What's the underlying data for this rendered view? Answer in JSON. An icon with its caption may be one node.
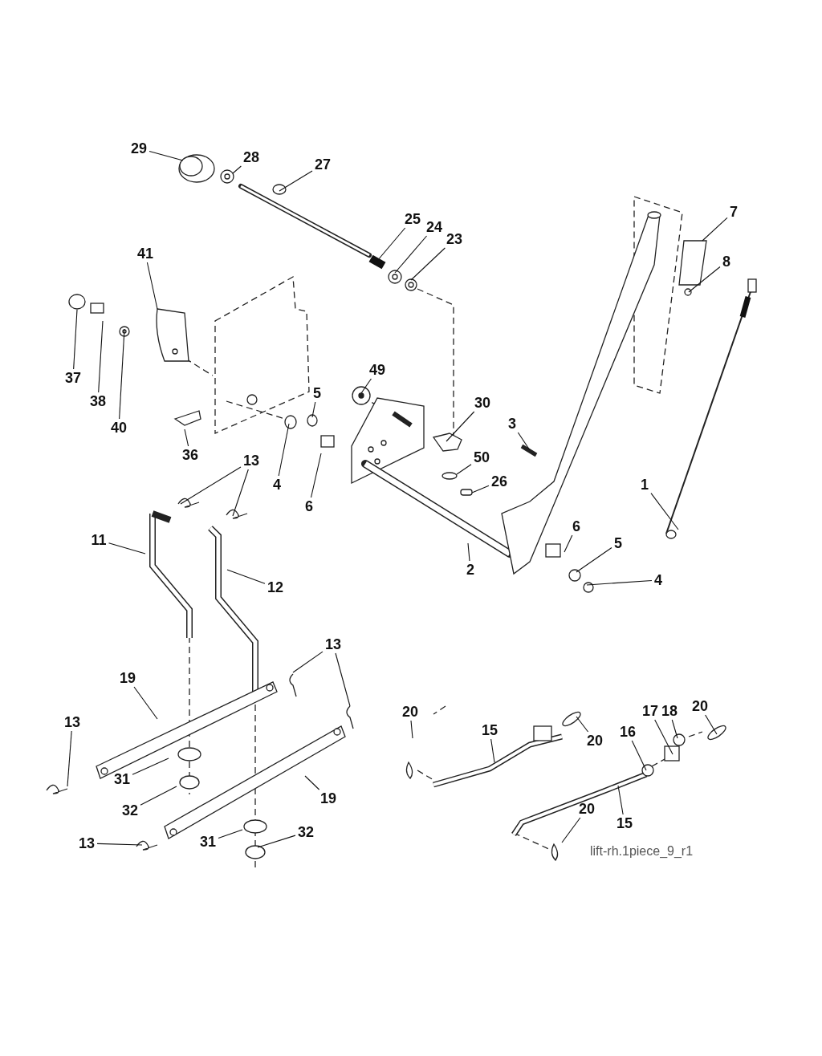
{
  "diagram": {
    "nodes": [
      {
        "text": [
          "29"
        ]
      },
      {
        "text": [
          "28"
        ]
      },
      {
        "text": [
          "27"
        ]
      },
      {
        "text": [
          "25"
        ]
      },
      {
        "text": [
          "24"
        ]
      },
      {
        "text": [
          "23"
        ]
      },
      {
        "text": [
          "41"
        ]
      },
      {
        "text": [
          "37"
        ]
      },
      {
        "text": [
          "38"
        ]
      },
      {
        "text": [
          "40"
        ]
      },
      {
        "text": [
          "49"
        ]
      },
      {
        "text": [
          "5"
        ]
      },
      {
        "text": [
          "30"
        ]
      },
      {
        "text": [
          "3"
        ]
      },
      {
        "text": [
          "36"
        ]
      },
      {
        "text": [
          "4"
        ]
      },
      {
        "text": [
          "6"
        ]
      },
      {
        "text": [
          "50"
        ]
      },
      {
        "text": [
          "26"
        ]
      },
      {
        "text": [
          "13"
        ]
      },
      {
        "text": [
          "1"
        ]
      },
      {
        "text": [
          "11"
        ]
      },
      {
        "text": [
          "12"
        ]
      },
      {
        "text": [
          "2"
        ]
      },
      {
        "text": [
          "6"
        ]
      },
      {
        "text": [
          "5"
        ]
      },
      {
        "text": [
          "4"
        ]
      },
      {
        "text": [
          "7"
        ]
      },
      {
        "text": [
          "8"
        ]
      },
      {
        "text": [
          "13"
        ]
      },
      {
        "text": [
          "19"
        ]
      },
      {
        "text": [
          "13"
        ]
      },
      {
        "text": [
          "31"
        ]
      },
      {
        "text": [
          "32"
        ]
      },
      {
        "text": [
          "19"
        ]
      },
      {
        "text": [
          "13"
        ]
      },
      {
        "text": [
          "31"
        ]
      },
      {
        "text": [
          "32"
        ]
      },
      {
        "text": [
          "20"
        ]
      },
      {
        "text": [
          "15"
        ]
      },
      {
        "text": [
          "20"
        ]
      },
      {
        "text": [
          "16"
        ]
      },
      {
        "text": [
          "17"
        ]
      },
      {
        "text": [
          "18"
        ]
      },
      {
        "text": [
          "20"
        ]
      },
      {
        "text": [
          "20"
        ]
      },
      {
        "text": [
          "15"
        ]
      }
    ],
    "edges": [
      {
        "from": 0,
        "to": null,
        "arrow": "none"
      },
      {
        "from": 1,
        "to": null,
        "arrow": "none"
      },
      {
        "from": 2,
        "to": null,
        "arrow": "none"
      },
      {
        "from": 3,
        "to": null,
        "arrow": "none"
      },
      {
        "from": 4,
        "to": null,
        "arrow": "none"
      },
      {
        "from": 5,
        "to": null,
        "arrow": "none"
      },
      {
        "from": 6,
        "to": null,
        "arrow": "none"
      },
      {
        "from": 7,
        "to": null,
        "arrow": "none"
      },
      {
        "from": 8,
        "to": null,
        "arrow": "none"
      },
      {
        "from": 9,
        "to": null,
        "arrow": "none"
      },
      {
        "from": 10,
        "to": null,
        "arrow": "none"
      },
      {
        "from": 11,
        "to": null,
        "arrow": "none"
      },
      {
        "from": 12,
        "to": null,
        "arrow": "none"
      },
      {
        "from": 13,
        "to": null,
        "arrow": "none"
      },
      {
        "from": 14,
        "to": null,
        "arrow": "none"
      },
      {
        "from": 15,
        "to": null,
        "arrow": "none"
      },
      {
        "from": 16,
        "to": null,
        "arrow": "none"
      },
      {
        "from": 17,
        "to": null,
        "arrow": "none"
      },
      {
        "from": 18,
        "to": null,
        "arrow": "none"
      },
      {
        "from": 19,
        "to": null,
        "arrow": "none"
      },
      {
        "from": 19,
        "to": null,
        "arrow": "none"
      },
      {
        "from": 20,
        "to": null,
        "arrow": "none"
      },
      {
        "from": 21,
        "to": null,
        "arrow": "none"
      },
      {
        "from": 22,
        "to": null,
        "arrow": "none"
      },
      {
        "from": 23,
        "to": null,
        "arrow": "none"
      },
      {
        "from": 24,
        "to": null,
        "arrow": "none"
      },
      {
        "from": 25,
        "to": null,
        "arrow": "none"
      },
      {
        "from": 26,
        "to": null,
        "arrow": "none"
      },
      {
        "from": 27,
        "to": null,
        "arrow": "none"
      },
      {
        "from": 28,
        "to": null,
        "arrow": "none"
      },
      {
        "from": 29,
        "to": null,
        "arrow": "none"
      },
      {
        "from": 29,
        "to": null,
        "arrow": "none"
      },
      {
        "from": 30,
        "to": null,
        "arrow": "none"
      },
      {
        "from": 31,
        "to": null,
        "arrow": "none"
      },
      {
        "from": 32,
        "to": null,
        "arrow": "none"
      },
      {
        "from": 33,
        "to": null,
        "arrow": "none"
      },
      {
        "from": 34,
        "to": null,
        "arrow": "none"
      },
      {
        "from": 35,
        "to": null,
        "arrow": "none"
      },
      {
        "from": 36,
        "to": null,
        "arrow": "none"
      },
      {
        "from": 37,
        "to": null,
        "arrow": "none"
      },
      {
        "from": 38,
        "to": null,
        "arrow": "none"
      },
      {
        "from": 39,
        "to": null,
        "arrow": "none"
      },
      {
        "from": 40,
        "to": null,
        "arrow": "none"
      },
      {
        "from": 41,
        "to": null,
        "arrow": "none"
      },
      {
        "from": 42,
        "to": null,
        "arrow": "none"
      },
      {
        "from": 43,
        "to": null,
        "arrow": "none"
      },
      {
        "from": 44,
        "to": null,
        "arrow": "none"
      },
      {
        "from": 45,
        "to": null,
        "arrow": "none"
      },
      {
        "from": 46,
        "to": null,
        "arrow": "none"
      }
    ],
    "labels": [
      "lift-rh.1piece_9_r1"
    ]
  }
}
